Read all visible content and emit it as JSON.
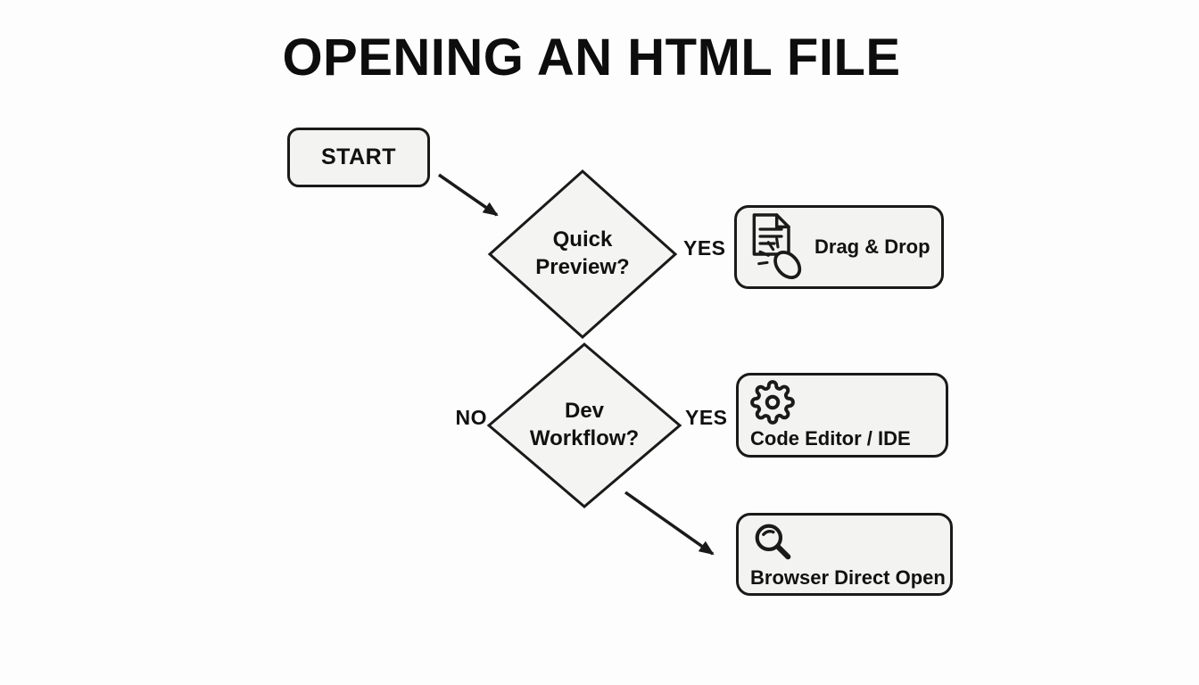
{
  "title": "OPENING AN HTML FILE",
  "colors": {
    "background": "#fdfdfd",
    "node_fill": "#f3f3f1",
    "stroke": "#1a1a1a",
    "text": "#111111"
  },
  "flow": {
    "start_label": "START",
    "decision1": {
      "line1": "Quick",
      "line2": "Preview?"
    },
    "decision2": {
      "line1": "Dev",
      "line2": "Workflow?"
    },
    "labels": {
      "yes1": "YES",
      "yes2": "YES",
      "no": "NO"
    },
    "outcome1": {
      "label": "Drag & Drop",
      "icon": "document-drag-mouse-icon"
    },
    "outcome2": {
      "label": "Code Editor / IDE",
      "icon": "gear-icon"
    },
    "outcome3": {
      "label": "Browser Direct Open",
      "icon": "magnifier-icon"
    }
  }
}
